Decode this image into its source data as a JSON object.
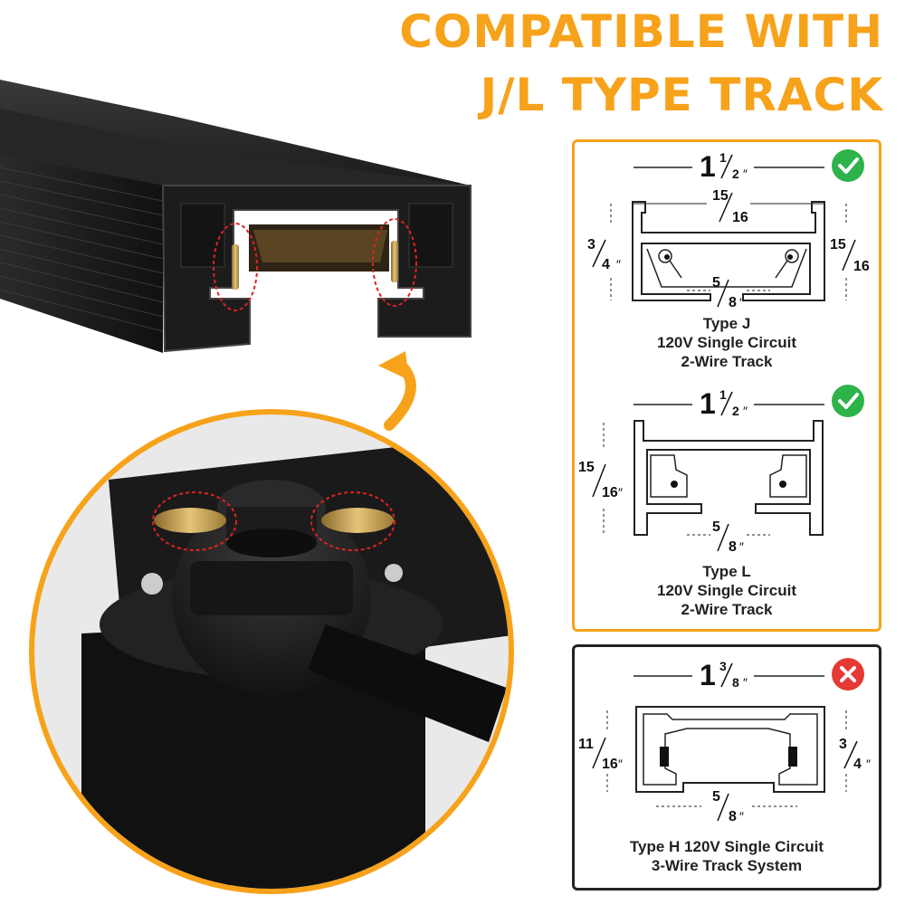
{
  "header": {
    "line1": "COMPATIBLE WITH",
    "line2": "J/L TYPE TRACK"
  },
  "colors": {
    "accent": "#F7A21B",
    "check": "#2DB34A",
    "cross": "#E53935",
    "dark": "#1e1e1e",
    "brass": "#C9A24A"
  },
  "type_j": {
    "width_whole": "1",
    "width_frac_num": "1",
    "width_frac_den": "2",
    "top_num": "15",
    "top_den": "16",
    "left_num": "3",
    "left_den": "4",
    "right_num": "15",
    "right_den": "16",
    "bottom_num": "5",
    "bottom_den": "8",
    "caption_line1": "Type J",
    "caption_line2": "120V Single Circuit",
    "caption_line3": "2-Wire Track",
    "status_icon": "check-icon"
  },
  "type_l": {
    "width_whole": "1",
    "width_frac_num": "1",
    "width_frac_den": "2",
    "left_num": "15",
    "left_den": "16",
    "bottom_num": "5",
    "bottom_den": "8",
    "caption_line1": "Type L",
    "caption_line2": "120V Single Circuit",
    "caption_line3": "2-Wire Track",
    "status_icon": "check-icon"
  },
  "type_h": {
    "width_whole": "1",
    "width_frac_num": "3",
    "width_frac_den": "8",
    "left_num": "11",
    "left_den": "16",
    "right_num": "3",
    "right_den": "4",
    "bottom_num": "5",
    "bottom_den": "8",
    "caption_line1": "Type H 120V Single Circuit",
    "caption_line2": "3-Wire Track System",
    "status_icon": "cross-icon"
  },
  "inch_mark": "″"
}
